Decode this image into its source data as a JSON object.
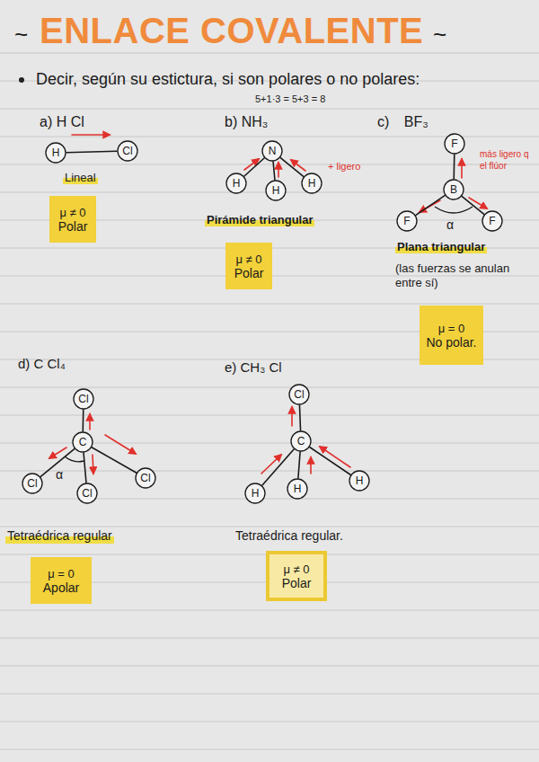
{
  "diagram": {
    "title": "ENLACE COVALENTE",
    "nodes": [
      {
        "text": [
          "H"
        ]
      },
      {
        "text": [
          "Cl"
        ]
      },
      {
        "text": [
          "N"
        ]
      },
      {
        "text": [
          "H"
        ]
      },
      {
        "text": [
          "H"
        ]
      },
      {
        "text": [
          "H"
        ]
      },
      {
        "text": [
          "F"
        ]
      },
      {
        "text": [
          "B"
        ]
      },
      {
        "text": [
          "F"
        ]
      },
      {
        "text": [
          "F"
        ]
      },
      {
        "text": [
          "μ ≠ 0",
          "Polar"
        ]
      },
      {
        "text": [
          "μ ≠ 0",
          "Polar"
        ]
      },
      {
        "text": [
          "μ = 0",
          "No polar."
        ]
      },
      {
        "text": [
          "Cl"
        ]
      },
      {
        "text": [
          "C"
        ]
      },
      {
        "text": [
          "Cl"
        ]
      },
      {
        "text": [
          "Cl"
        ]
      },
      {
        "text": [
          "Cl"
        ]
      },
      {
        "text": [
          "Cl"
        ]
      },
      {
        "text": [
          "C"
        ]
      },
      {
        "text": [
          "H"
        ]
      },
      {
        "text": [
          "H"
        ]
      },
      {
        "text": [
          "H"
        ]
      },
      {
        "text": [
          "μ = 0",
          "Apolar"
        ]
      },
      {
        "text": [
          "μ ≠ 0",
          "Polar"
        ]
      }
    ],
    "edges": [
      {
        "from": 0,
        "to": 1,
        "arrow": "none"
      },
      {
        "from": 2,
        "to": 3,
        "arrow": "none"
      },
      {
        "from": 2,
        "to": 4,
        "arrow": "none"
      },
      {
        "from": 2,
        "to": 5,
        "arrow": "none"
      },
      {
        "from": 7,
        "to": 6,
        "arrow": "none"
      },
      {
        "from": 7,
        "to": 8,
        "arrow": "none"
      },
      {
        "from": 7,
        "to": 9,
        "arrow": "none"
      },
      {
        "from": 14,
        "to": 13,
        "arrow": "none"
      },
      {
        "from": 14,
        "to": 15,
        "arrow": "none"
      },
      {
        "from": 14,
        "to": 16,
        "arrow": "none"
      },
      {
        "from": 14,
        "to": 17,
        "arrow": "none"
      },
      {
        "from": 19,
        "to": 18,
        "arrow": "none"
      },
      {
        "from": 19,
        "to": 20,
        "arrow": "none"
      },
      {
        "from": 19,
        "to": 21,
        "arrow": "none"
      },
      {
        "from": 19,
        "to": 22,
        "arrow": "none"
      }
    ],
    "labels": [
      "~",
      "~",
      "Decir, según su estictura, si son polares o no polares:",
      "5+1·3 = 5+3 = 8",
      "a) H Cl",
      "b) NH₃",
      "c) BF₃",
      "Lineal",
      "+ ligero",
      "más ligero q el flúor",
      "Pirámide triangular",
      "α",
      "Plana triangular",
      "(las fuerzas se anulan entre sí)",
      "d) C Cl₄",
      "e) CH₃ Cl",
      "α",
      "Tetraédrica regular",
      "Tetraédrica regular."
    ]
  }
}
